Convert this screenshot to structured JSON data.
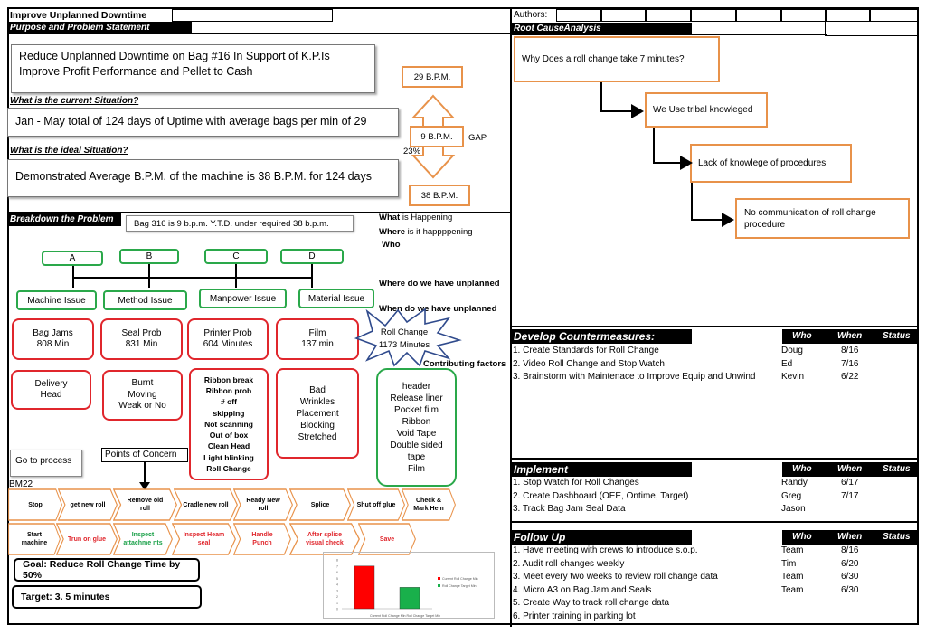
{
  "title": "Improve Unplanned Downtime",
  "authors_label": "Authors:",
  "purpose": {
    "header": "Purpose and Problem Statement",
    "statement_line1": "Reduce Unplanned Downtime on Bag #16 In Support of K.P.Is",
    "statement_line2": "Improve Profit Performance and Pellet to Cash"
  },
  "current": {
    "question": "What is the current Situation?",
    "text": "Jan - May total of 124 days of Uptime with average bags per min of 29"
  },
  "ideal": {
    "question": "What is the ideal Situation?",
    "text": "Demonstrated Average B.P.M. of the machine is 38 B.P.M. for 124 days"
  },
  "gap": {
    "top": "29 B.P.M.",
    "middle": "9 B.P.M.",
    "bottom": "38 B.P.M.",
    "label": "GAP",
    "percent": "23%"
  },
  "breakdown": {
    "header": "Breakdown the Problem",
    "note": "Bag 316 is 9 b.p.m. Y.T.D. under required 38 b.p.m.",
    "categories": [
      {
        "letter": "A",
        "issue": "Machine Issue",
        "problem_line1": "Bag Jams",
        "problem_line2": "808 Min",
        "details": [
          "Delivery",
          "Head"
        ]
      },
      {
        "letter": "B",
        "issue": "Method Issue",
        "problem_line1": "Seal Prob",
        "problem_line2": "831 Min",
        "details": [
          "Burnt",
          "Moving",
          "Weak or No"
        ]
      },
      {
        "letter": "C",
        "issue": "Manpower Issue",
        "problem_line1": "Printer Prob",
        "problem_line2": "604 Minutes",
        "details": [
          "Ribbon break",
          "Ribbon prob",
          "# off",
          "skipping",
          "Not scanning",
          "Out of box",
          "Clean Head",
          "Light blinking",
          "Roll Change"
        ]
      },
      {
        "letter": "D",
        "issue": "Material Issue",
        "problem_line1": "Film",
        "problem_line2": "137 min",
        "details": [
          "Bad",
          "Wrinkles",
          "Placement",
          "Blocking",
          "Stretched"
        ]
      }
    ],
    "burst_line1": "Roll Change",
    "burst_line2": "1173 Minutes",
    "material_details": [
      "header",
      "Release liner",
      "Pocket film",
      "Ribbon",
      "Void Tape",
      "Double sided",
      "tape",
      "Film"
    ],
    "what_happening": {
      "bold": "What",
      "rest": " is Happening"
    },
    "where_happening": {
      "bold": "Where",
      "rest": " is it happppening"
    },
    "who": "Who",
    "where_unplanned": "Where do we have unplanned",
    "when_unplanned": "When do we have unplanned",
    "contributing": "Contributing factors",
    "go_to_process": "Go to process",
    "points_of_concern": "Points of Concern",
    "bm_label": "BM22"
  },
  "process_row1": [
    "Stop",
    "get new roll",
    "Remove old roll",
    "Cradle new roll",
    "Ready New roll",
    "Splice",
    "Shut off glue",
    "Check & Mark Hem"
  ],
  "process_row2": [
    "Start machine",
    "Trun on glue",
    "Inspect attachme nts",
    "Inspect Heam seal",
    "Handle Punch",
    "After splice visual check",
    "Save"
  ],
  "goal": "Goal: Reduce Roll Change Time by 50%",
  "target": "Target:  3. 5 minutes",
  "chart_data": {
    "type": "bar",
    "categories": [
      "Current Roll Change Min",
      "Roll Change Target Min"
    ],
    "series": [
      {
        "name": "Current Roll Change Min",
        "values": [
          7,
          null
        ],
        "color": "#ff0000"
      },
      {
        "name": "Roll Change Target Min",
        "values": [
          null,
          3.5
        ],
        "color": "#19b04b"
      }
    ],
    "ylim": [
      0,
      8
    ],
    "yticks": [
      "0",
      "1",
      "2",
      "3",
      "4",
      "5",
      "6",
      "7",
      "8"
    ],
    "xlabel_text": "Current Roll Change Min  Roll Change Target Min",
    "legend": [
      "Current Roll Change Min",
      "Roll Change Target Min"
    ],
    "legend_position": "right",
    "title": "",
    "xlabel": "",
    "ylabel": ""
  },
  "root_cause": {
    "header": "Root CauseAnalysis",
    "boxes": [
      "Why Does a roll change take 7 minutes?",
      "We Use tribal knowleged",
      "Lack of knowlege of procedures",
      "No communication of roll change procedure"
    ]
  },
  "countermeasures": {
    "header": "Develop Countermeasures:",
    "col_who": "Who",
    "col_when": "When",
    "col_status": "Status",
    "rows": [
      {
        "task": "1.  Create  Standards for Roll Change",
        "who": "Doug",
        "when": "8/16"
      },
      {
        "task": "2.  Video Roll Change and Stop Watch",
        "who": "Ed",
        "when": "7/16"
      },
      {
        "task": "3.  Brainstorm with Maintenace to Improve Equip and Unwind",
        "who": "Kevin",
        "when": "6/22"
      }
    ]
  },
  "implement": {
    "header": "Implement",
    "col_who": "Who",
    "col_when": "When",
    "col_status": "Status",
    "rows": [
      {
        "task": "1. Stop Watch for Roll Changes",
        "who": "Randy",
        "when": "6/17"
      },
      {
        "task": "2. Create Dashboard (OEE, Ontime, Target)",
        "who": "Greg",
        "when": "7/17"
      },
      {
        "task": "3.  Track Bag Jam Seal Data",
        "who": "Jason",
        "when": ""
      }
    ]
  },
  "follow_up": {
    "header": "Follow Up",
    "col_who": "Who",
    "col_when": "When",
    "col_status": "Status",
    "rows": [
      {
        "task": "1.  Have meeting with crews to introduce s.o.p.",
        "who": "Team",
        "when": "8/16"
      },
      {
        "task": "2.  Audit roll changes weekly",
        "who": "Tim",
        "when": "6/20"
      },
      {
        "task": "3.  Meet every two weeks to review roll change data",
        "who": "Team",
        "when": "6/30"
      },
      {
        "task": "4.  Micro A3 on Bag Jam and Seals",
        "who": "Team",
        "when": "6/30"
      },
      {
        "task": "5.  Create Way to track roll change data",
        "who": "",
        "when": ""
      },
      {
        "task": "6. Printer training in parking lot",
        "who": "",
        "when": ""
      }
    ]
  }
}
